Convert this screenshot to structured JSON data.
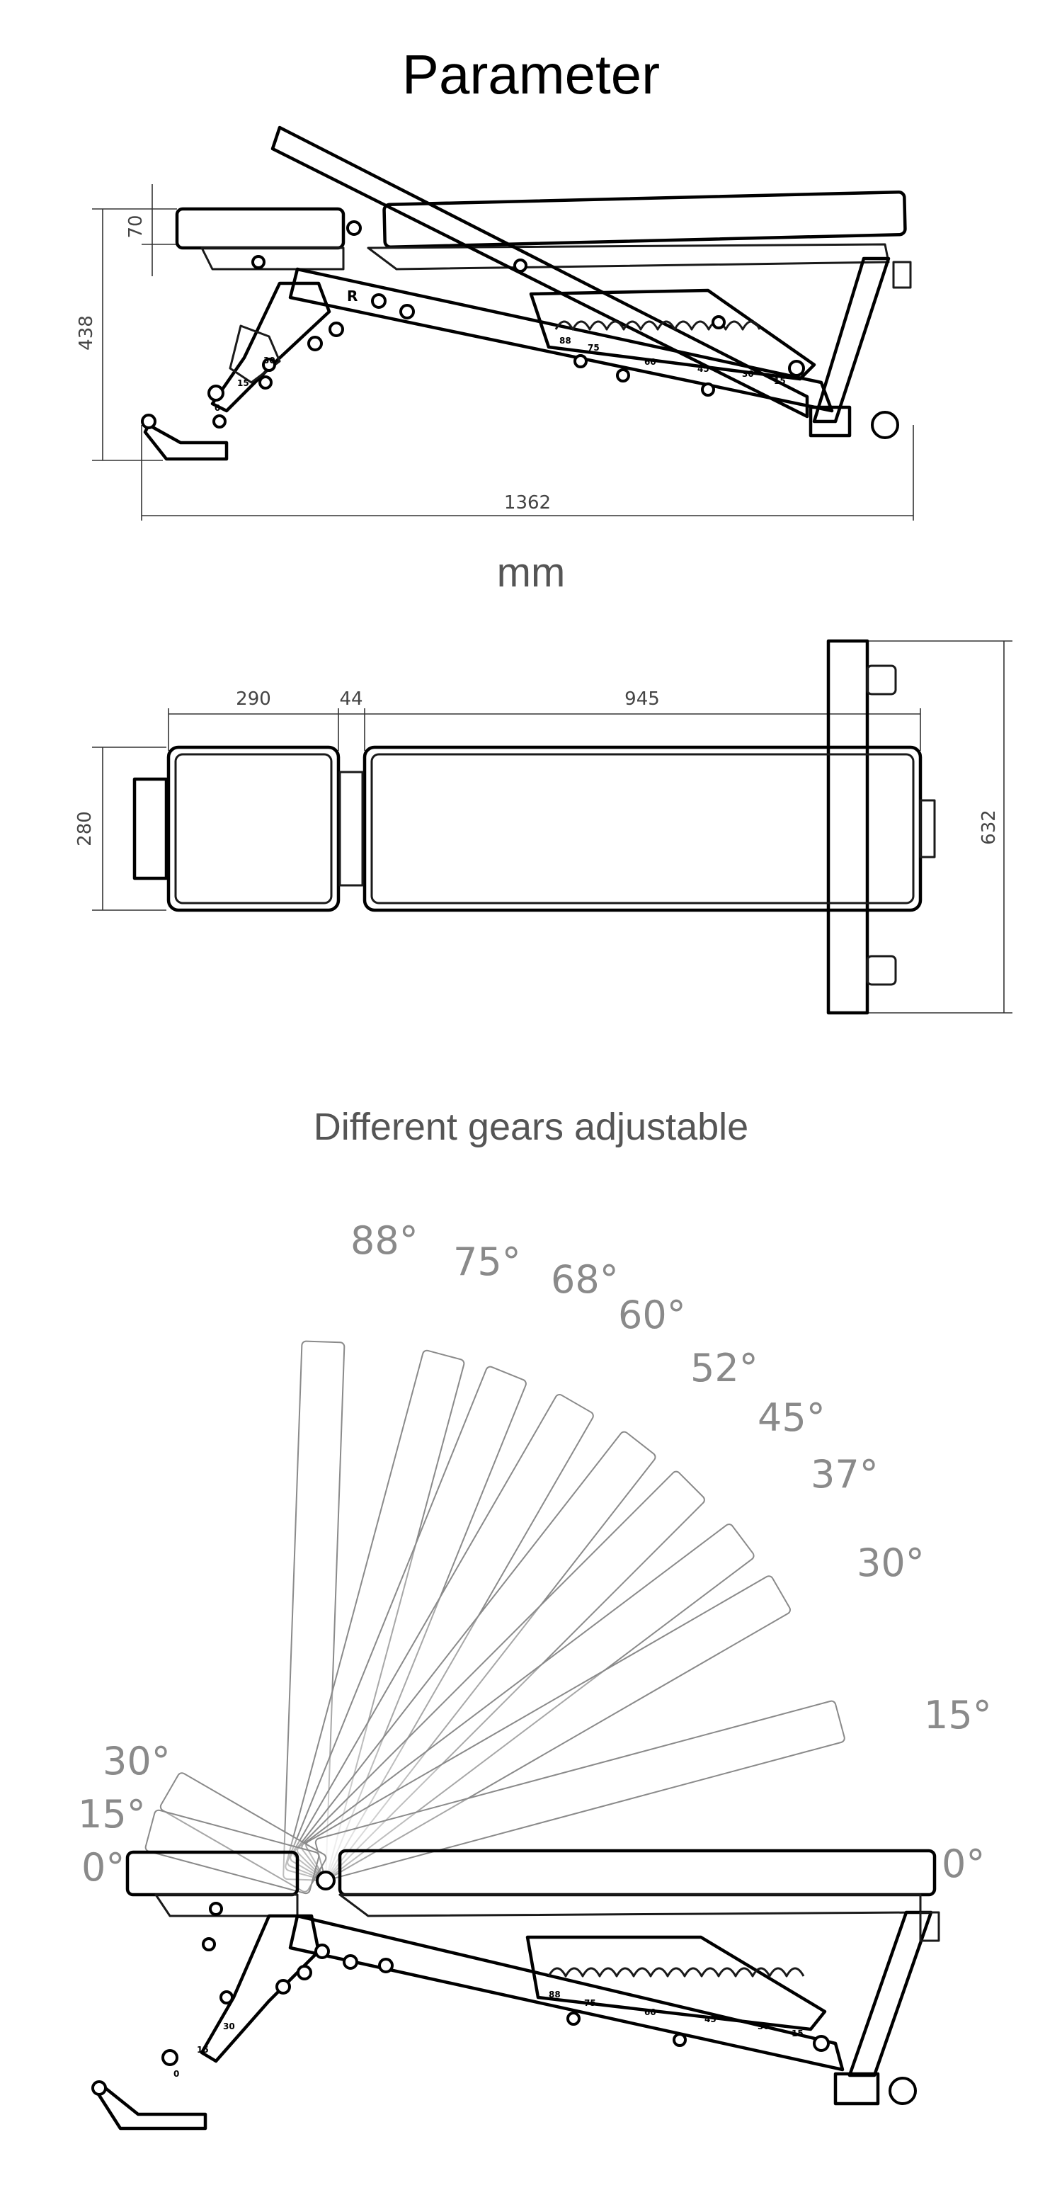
{
  "titles": {
    "parameter": "Parameter",
    "unit": "mm",
    "gears": "Different gears adjustable"
  },
  "side_view": {
    "dimensions": {
      "pad_height": "70",
      "total_height": "438",
      "total_length": "1362"
    },
    "slot_labels": [
      "88",
      "75",
      "60",
      "45",
      "30",
      "15"
    ],
    "seat_slot_labels": [
      "30",
      "15",
      "0"
    ],
    "logo_mark": "R"
  },
  "top_view": {
    "dimensions": {
      "seat_length": "290",
      "gap": "44",
      "back_length": "945",
      "width": "280",
      "base_width": "632"
    }
  },
  "gears_view": {
    "back_angles": [
      "88°",
      "75°",
      "68°",
      "60°",
      "52°",
      "45°",
      "37°",
      "30°",
      "15°"
    ],
    "back_flat_angle": "0°",
    "seat_angles": [
      "30°",
      "15°",
      "0°"
    ],
    "slot_labels": [
      "88",
      "75",
      "60",
      "45",
      "30",
      "15"
    ],
    "seat_slot_labels": [
      "30",
      "15",
      "0"
    ]
  }
}
